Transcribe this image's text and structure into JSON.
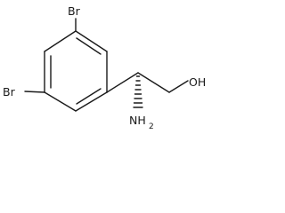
{
  "molecule": {
    "atoms": {
      "br_top": "Br",
      "br_left": "Br",
      "oh": "OH",
      "amine_main": "NH",
      "amine_sub": "2"
    }
  }
}
